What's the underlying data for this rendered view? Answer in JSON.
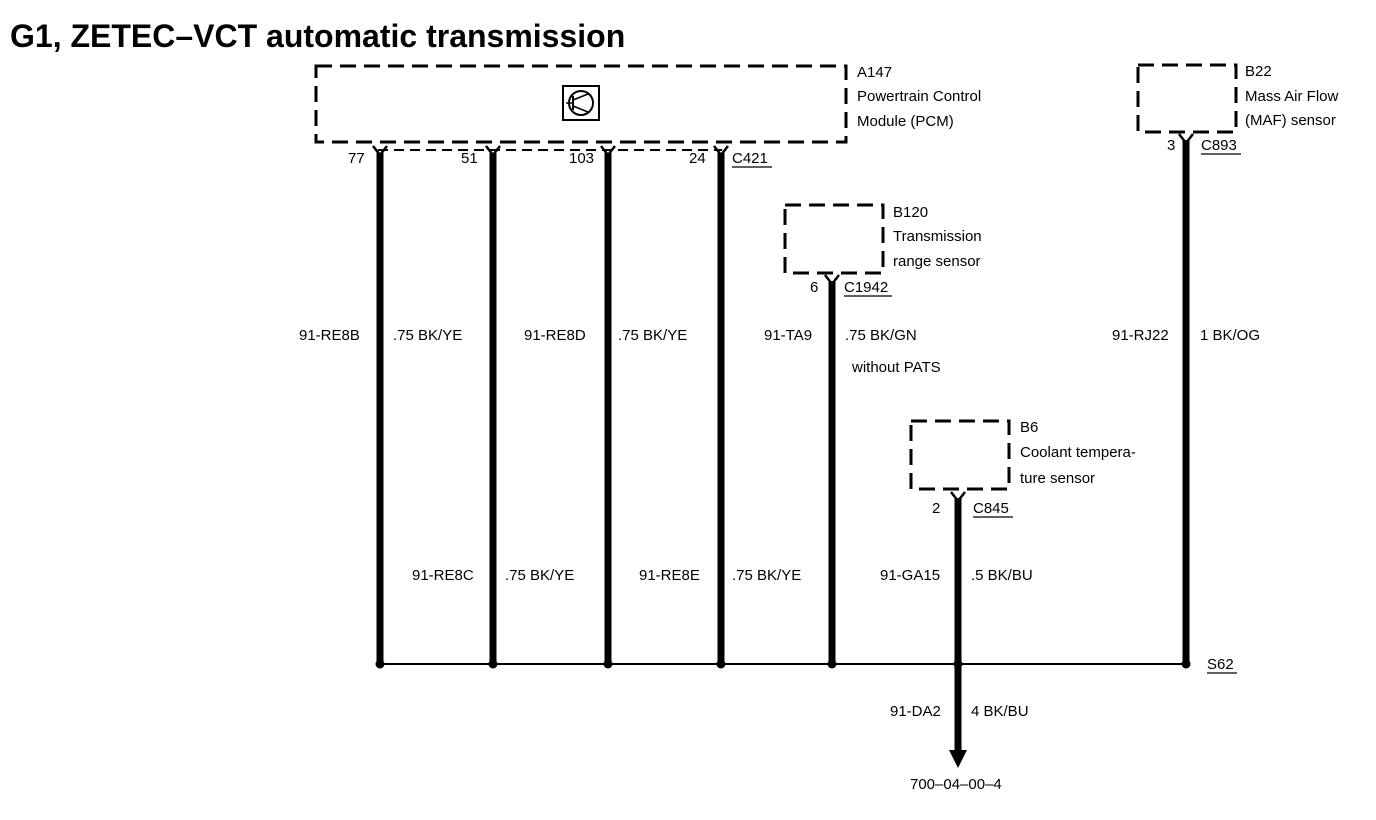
{
  "title": "G1, ZETEC–VCT automatic transmission",
  "components": {
    "pcm": {
      "id": "A147",
      "line1": "Powertrain Control",
      "line2": "Module (PCM)",
      "connector": "C421",
      "icon": "transistor-icon"
    },
    "maf": {
      "id": "B22",
      "line1": "Mass Air Flow",
      "line2": "(MAF) sensor",
      "connector": "C893",
      "pin": "3"
    },
    "trs": {
      "id": "B120",
      "line1": "Transmission",
      "line2": "range sensor",
      "connector": "C1942",
      "pin": "6"
    },
    "cts": {
      "id": "B6",
      "line1": "Coolant tempera-",
      "line2": "ture sensor",
      "connector": "C845",
      "pin": "2"
    }
  },
  "pcm_pins": [
    "77",
    "51",
    "103",
    "24"
  ],
  "wires": [
    {
      "code": "91-RE8B",
      "spec": ".75 BK/YE"
    },
    {
      "code": "91-RE8C",
      "spec": ".75 BK/YE"
    },
    {
      "code": "91-RE8D",
      "spec": ".75 BK/YE"
    },
    {
      "code": "91-RE8E",
      "spec": ".75 BK/YE"
    },
    {
      "code": "91-TA9",
      "spec": ".75 BK/GN",
      "note": "without PATS"
    },
    {
      "code": "91-GA15",
      "spec": ".5 BK/BU"
    },
    {
      "code": "91-RJ22",
      "spec": "1 BK/OG"
    },
    {
      "code": "91-DA2",
      "spec": "4 BK/BU"
    }
  ],
  "splice": "S62",
  "ground_ref": "700–04–00–4"
}
